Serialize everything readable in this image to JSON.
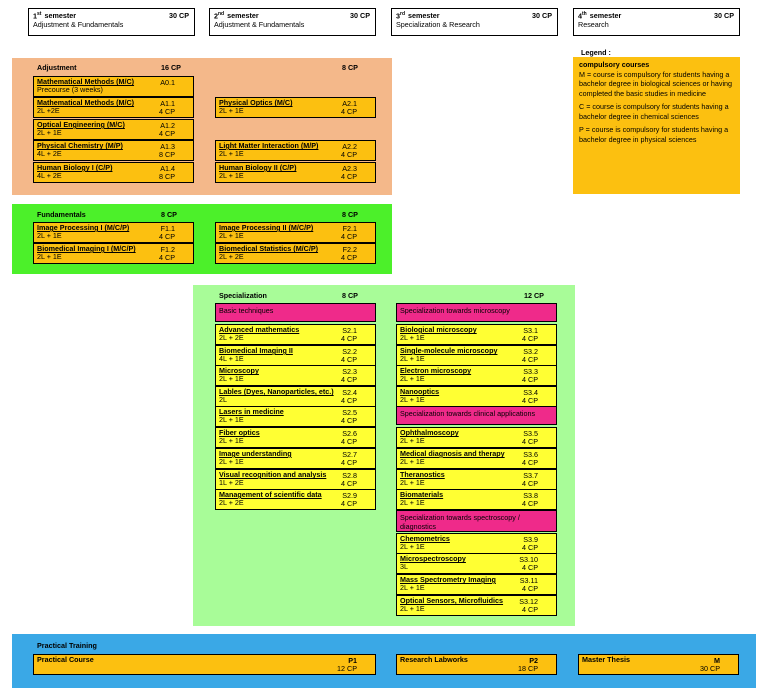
{
  "semesters": [
    {
      "num": "1",
      "suffix": "st",
      "label": "semester",
      "cp": "30 CP",
      "sub": "Adjustment & Fundamentals"
    },
    {
      "num": "2",
      "suffix": "nd",
      "label": "semester",
      "cp": "30 CP",
      "sub": "Adjustment & Fundamentals"
    },
    {
      "num": "3",
      "suffix": "rd",
      "label": "semester",
      "cp": "30 CP",
      "sub": "Specialization & Research"
    },
    {
      "num": "4",
      "suffix": "th",
      "label": "semester",
      "cp": "30 CP",
      "sub": "Research"
    }
  ],
  "legend": {
    "title": "Legend :",
    "subtitle": "compulsory courses",
    "m": "M = course is compulsory for students having a bachelor degree in  biological sciences or having completed the basic studies in medicine",
    "c": "C = course is compulsory for students having a bachelor degree in chemical sciences",
    "p": "P = course is compulsory for students having a bachelor degree in physical sciences"
  },
  "adjustment": {
    "title": "Adjustment",
    "cp1": "16 CP",
    "cp2": "8 CP",
    "col1": [
      {
        "name": "Mathematical Methods (M/C)",
        "code": "A0.1",
        "sub": "Precourse (3 weeks)",
        "cp": ""
      },
      {
        "name": "Mathematical Methods (M/C)",
        "code": "A1.1",
        "sub": "2L +2E",
        "cp": "4 CP"
      },
      {
        "name": "Optical Engineering (M/C)",
        "code": "A1.2",
        "sub": "2L + 1E",
        "cp": "4 CP"
      },
      {
        "name": "Physical Chemistry (M/P)",
        "code": "A1.3",
        "sub": "4L + 2E",
        "cp": "8 CP"
      },
      {
        "name": "Human Biology I (C/P)",
        "code": "A1.4",
        "sub": "4L + 2E",
        "cp": "8 CP"
      }
    ],
    "col2": [
      {
        "name": "Physical Optics (M/C)",
        "code": "A2.1",
        "sub": "2L + 1E",
        "cp": "4 CP"
      },
      {
        "name": "Light Matter Interaction (M/P)",
        "code": "A2.2",
        "sub": "2L + 1E",
        "cp": "4 CP"
      },
      {
        "name": "Human Biology II (C/P)",
        "code": "A2.3",
        "sub": "2L + 1E",
        "cp": "4 CP"
      }
    ]
  },
  "fundamentals": {
    "title": "Fundamentals",
    "cp1": "8 CP",
    "cp2": "8 CP",
    "col1": [
      {
        "name": "Image Processing I (M/C/P)",
        "code": "F1.1",
        "sub": "2L + 1E",
        "cp": "4 CP"
      },
      {
        "name": "Biomedical Imaging I (M/C/P)",
        "code": "F1.2",
        "sub": "2L + 1E",
        "cp": "4 CP"
      }
    ],
    "col2": [
      {
        "name": "Image Processing II (M/C/P)",
        "code": "F2.1",
        "sub": "2L + 1E",
        "cp": "4 CP"
      },
      {
        "name": "Biomedical Statistics (M/C/P)",
        "code": "F2.2",
        "sub": "2L + 2E",
        "cp": "4 CP"
      }
    ]
  },
  "specialization": {
    "title": "Specialization",
    "cp1": "8 CP",
    "cp2": "12 CP",
    "basic_title": "Basic techniques",
    "basic": [
      {
        "name": "Advanced mathematics",
        "code": "S2.1",
        "sub": "2L + 2E",
        "cp": "4 CP"
      },
      {
        "name": "Biomedical Imaging II",
        "code": "S2.2",
        "sub": "4L + 1E",
        "cp": "4 CP"
      },
      {
        "name": "Microscopy",
        "code": "S2.3",
        "sub": "2L + 1E",
        "cp": "4 CP"
      },
      {
        "name": "Lables (Dyes, Nanoparticles, etc.)",
        "code": "S2.4",
        "sub": "2L",
        "cp": "4 CP"
      },
      {
        "name": "Lasers in medicine",
        "code": "S2.5",
        "sub": "2L + 1E",
        "cp": "4 CP"
      },
      {
        "name": "Fiber optics",
        "code": "S2.6",
        "sub": "2L + 1E",
        "cp": "4 CP"
      },
      {
        "name": "Image understanding",
        "code": "S2.7",
        "sub": "2L + 1E",
        "cp": "4 CP"
      },
      {
        "name": "Visual recognition and analysis",
        "code": "S2.8",
        "sub": "1L + 2E",
        "cp": "4 CP"
      },
      {
        "name": "Management of scientific data",
        "code": "S2.9",
        "sub": "2L + 2E",
        "cp": "4 CP"
      }
    ],
    "micro_title": "Specialization towards microscopy",
    "micro": [
      {
        "name": "Biological microscopy",
        "code": "S3.1",
        "sub": "2L + 1E",
        "cp": "4 CP"
      },
      {
        "name": "Single-molecule microscopy",
        "code": "S3.2",
        "sub": "2L + 1E",
        "cp": "4 CP"
      },
      {
        "name": "Electron microscopy",
        "code": "S3.3",
        "sub": "2L + 1E",
        "cp": "4 CP"
      },
      {
        "name": "Nanooptics",
        "code": "S3.4",
        "sub": "2L + 1E",
        "cp": "4 CP"
      }
    ],
    "clinic_title": "Specialization towards clinical applications",
    "clinic": [
      {
        "name": "Ophthalmoscopy",
        "code": "S3.5",
        "sub": "2L + 1E",
        "cp": "4 CP"
      },
      {
        "name": "Medical diagnosis and therapy",
        "code": "S3.6",
        "sub": "2L + 1E",
        "cp": "4 CP"
      },
      {
        "name": "Theranostics",
        "code": "S3.7",
        "sub": "2L + 1E",
        "cp": "4 CP"
      },
      {
        "name": "Biomaterials",
        "code": "S3.8",
        "sub": "2L + 1E",
        "cp": "4 CP"
      }
    ],
    "spectro_title": "Specialization towards spectroscopy / diagnostics",
    "spectro": [
      {
        "name": "Chemometrics",
        "code": "S3.9",
        "sub": "2L + 1E",
        "cp": "4 CP"
      },
      {
        "name": "Microspectroscopy",
        "code": "S3.10",
        "sub": "3L",
        "cp": "4 CP"
      },
      {
        "name": "Mass Spectrometry Imaging",
        "code": "S3.11",
        "sub": "2L + 1E",
        "cp": "4 CP"
      },
      {
        "name": "Optical Sensors, Microfluidics",
        "code": "S3.12",
        "sub": "2L + 1E",
        "cp": "4 CP"
      }
    ]
  },
  "practical": {
    "title": "Practical Training",
    "items": [
      {
        "name": "Practical Course",
        "code": "P1",
        "cp": "12 CP"
      },
      {
        "name": "Research  Labworks",
        "code": "P2",
        "cp": "18 CP"
      },
      {
        "name": "Master Thesis",
        "code": "M",
        "cp": "30 CP"
      }
    ]
  },
  "colors": {
    "adjustment_bg": "#f4b88a",
    "fundamentals_bg": "#4cf02a",
    "specialization_bg": "#a8fc98",
    "practical_bg": "#3aa8e6",
    "course_orange": "#fcc010",
    "course_yellow": "#ffff33",
    "pink": "#ef2a8a"
  }
}
